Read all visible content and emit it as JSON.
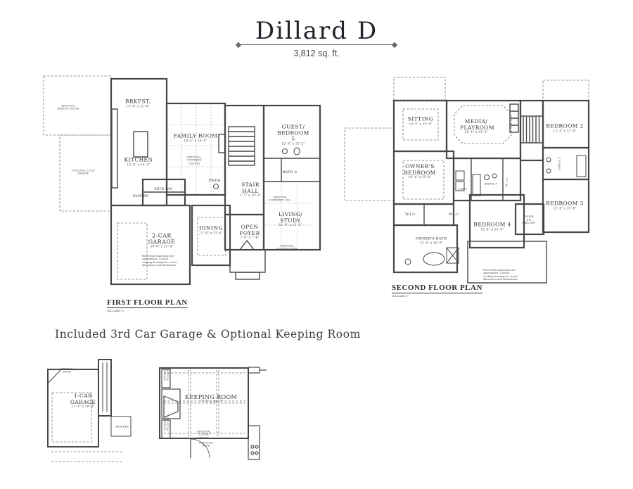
{
  "header": {
    "title": "Dillard D",
    "subtitle": "3,812 sq. ft."
  },
  "colors": {
    "wall": "#474747",
    "dash": "#909090",
    "text": "#3a3a3a"
  },
  "first_floor": {
    "plan_label": "FIRST FLOOR PLAN",
    "plan_sublabel": "DILLARD D",
    "disclaimer": "Floor Plan Dimensions are approximate. Consult working drawings for actual dimensions and information.",
    "rooms": [
      {
        "name": "BRKFST.",
        "dims": "13'-8\" x 11'-4\""
      },
      {
        "name": "KITCHEN",
        "dims": "13'-8\" x 14'-0\""
      },
      {
        "name": "FAMILY ROOM",
        "dims": "18'-4\" x 18'-0\""
      },
      {
        "name": "GUEST/ BEDROOM 5",
        "dims": "12'-4\" x 13'-2\""
      },
      {
        "name": "STAIR HALL",
        "dims": "7'-7\" x 10'-2\""
      },
      {
        "name": "BATH 4",
        "dims": ""
      },
      {
        "name": "MUD RM",
        "dims": ""
      },
      {
        "name": "PANTRY",
        "dims": ""
      },
      {
        "name": "PWDR",
        "dims": ""
      },
      {
        "name": "DINING",
        "dims": "11'-6\" x 13'-6\""
      },
      {
        "name": "OPEN FOYER",
        "dims": "7'-0\" x 7'-6\""
      },
      {
        "name": "LIVING/ STUDY",
        "dims": "11'-6\" x 13'-6\""
      },
      {
        "name": "2-CAR GARAGE",
        "dims": "20'-0\" x 21'-4\""
      }
    ],
    "notes": [
      {
        "text": "OPTIONAL KEEPING ROOM"
      },
      {
        "text": "OPTIONAL 3-CAR GARAGE"
      },
      {
        "text": "OPTIONAL COFFERED CEILING"
      },
      {
        "text": "OPTIONAL COFFERED CLG."
      },
      {
        "text": "OPTIONAL DOUBLE DOOR"
      }
    ]
  },
  "second_floor": {
    "plan_label": "SECOND FLOOR PLAN",
    "plan_sublabel": "DILLARD D",
    "disclaimer": "Floor Plan Dimensions are approximate. Consult working drawings for actual dimensions and information.",
    "rooms": [
      {
        "name": "SITTING",
        "dims": "10'-4\" x 10'-0\""
      },
      {
        "name": "MEDIA/ PLAYROOM",
        "dims": "16'-4\" x 13'-2\""
      },
      {
        "name": "OWNER'S BEDROOM",
        "dims": "16'-4\" x 15'-8\""
      },
      {
        "name": "BEDROOM 2",
        "dims": "12'-4\" x 11'-0\""
      },
      {
        "name": "BATH 2",
        "dims": ""
      },
      {
        "name": "BEDROOM 3",
        "dims": "12'-4\" x 11'-8\""
      },
      {
        "name": "BEDROOM 4",
        "dims": "12'-4\" x 12'-0\""
      },
      {
        "name": "OPEN TO BELOW",
        "dims": ""
      },
      {
        "name": "W.I.C.",
        "dims": ""
      },
      {
        "name": "W.I.C.",
        "dims": ""
      },
      {
        "name": "OWNER'S BATH",
        "dims": "12'-4\" x 10'-0\""
      },
      {
        "name": "LDRY",
        "dims": ""
      },
      {
        "name": "BATH 3",
        "dims": ""
      },
      {
        "name": "W.I.C.",
        "dims": ""
      }
    ]
  },
  "options_section": {
    "heading": "Included 3rd Car Garage & Optional Keeping Room",
    "garage_plan": {
      "rooms": [
        {
          "name": "1-CAR GARAGE",
          "dims": "11'-4\" x 19'-8\""
        }
      ],
      "notes": [
        {
          "text": "OPTIONAL DOOR"
        },
        {
          "text": "PANTRY"
        }
      ]
    },
    "keeping_plan": {
      "rooms": [
        {
          "name": "KEEPING ROOM",
          "dims": "17'-6\" x 14'-7\""
        }
      ],
      "notes": [
        {
          "text": "OPTIONAL SLOPED BEAMS"
        },
        {
          "text": "OPTIONAL DOOR"
        },
        {
          "text": "OPTIONAL BUILT-INS"
        },
        {
          "text": "OPTIONAL BUILT-INS"
        }
      ]
    }
  }
}
